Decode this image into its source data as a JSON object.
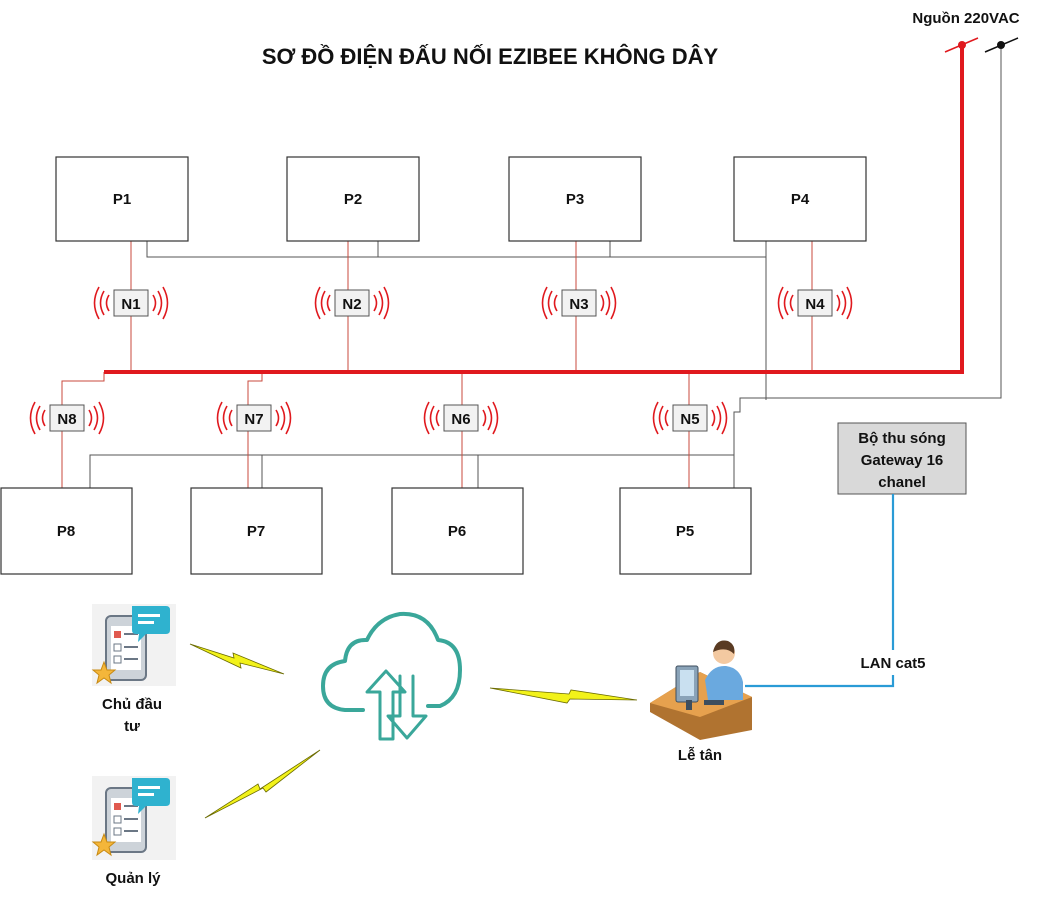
{
  "title": "SƠ ĐỒ ĐIỆN ĐẤU NỐI EZIBEE KHÔNG DÂY",
  "power_label": "Nguồn 220VAC",
  "rooms": [
    "P1",
    "P2",
    "P3",
    "P4",
    "P5",
    "P6",
    "P7",
    "P8"
  ],
  "nodes": [
    "N1",
    "N2",
    "N3",
    "N4",
    "N5",
    "N6",
    "N7",
    "N8"
  ],
  "gateway": {
    "line1": "Bộ thu sóng",
    "line2": "Gateway 16",
    "line3": "chanel"
  },
  "lan_label": "LAN cat5",
  "reception_label": "Lễ tân",
  "investor_label_line1": "Chủ đầu",
  "investor_label_line2": "tư",
  "manager_label": "Quản lý",
  "colors": {
    "live_wire": "#e0191e",
    "thin_live": "#c84a3c",
    "neutral_wire": "#555555",
    "lan_cable": "#2a9bd6",
    "box_border": "#333333",
    "gateway_fill": "#d9d9d9",
    "cloud": "#3aa79a",
    "lightning": "#f2f21a"
  }
}
